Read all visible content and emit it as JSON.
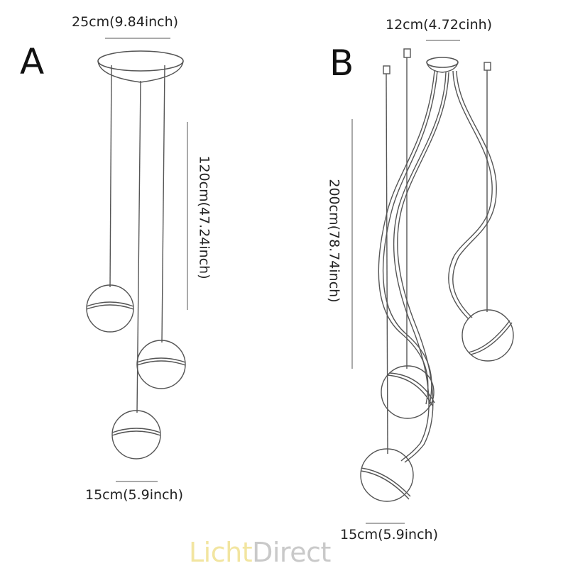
{
  "diagram": {
    "variant_a": {
      "label": "A",
      "canopy_dimension": "25cm(9.84inch)",
      "cable_length": "120cm(47.24inch)",
      "shade_dimension": "15cm(5.9inch)"
    },
    "variant_b": {
      "label": "B",
      "canopy_dimension": "12cm(4.72cinh)",
      "cable_length": "200cm(78.74inch)",
      "shade_dimension": "15cm(5.9inch)"
    }
  },
  "watermark": {
    "part1": "Licht",
    "part2": "Direct"
  },
  "colors": {
    "line": "#555555",
    "text": "#222222",
    "watermark_yellow": "#f2e5a0",
    "watermark_gray": "#c9c9c9"
  }
}
